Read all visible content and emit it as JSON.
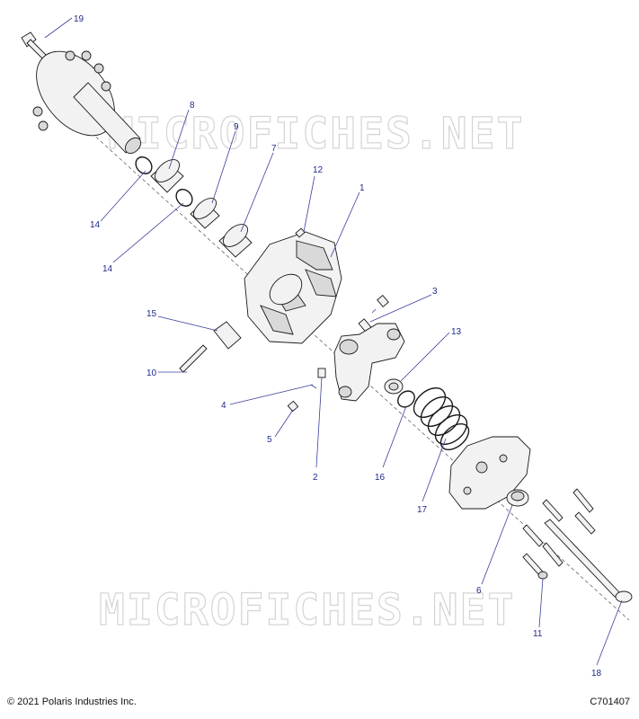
{
  "watermark": "MICROFICHES.NET",
  "copyright": "© 2021 Polaris Industries Inc.",
  "drawing_number": "C701407",
  "callouts": {
    "c1": "1",
    "c2": "2",
    "c3": "3",
    "c4": "4",
    "c5": "5",
    "c6": "6",
    "c7": "7",
    "c8": "8",
    "c9": "9",
    "c10": "10",
    "c11": "11",
    "c12": "12",
    "c13": "13",
    "c14a": "14",
    "c14b": "14",
    "c15": "15",
    "c16": "16",
    "c17": "17",
    "c18": "18",
    "c19": "19"
  }
}
